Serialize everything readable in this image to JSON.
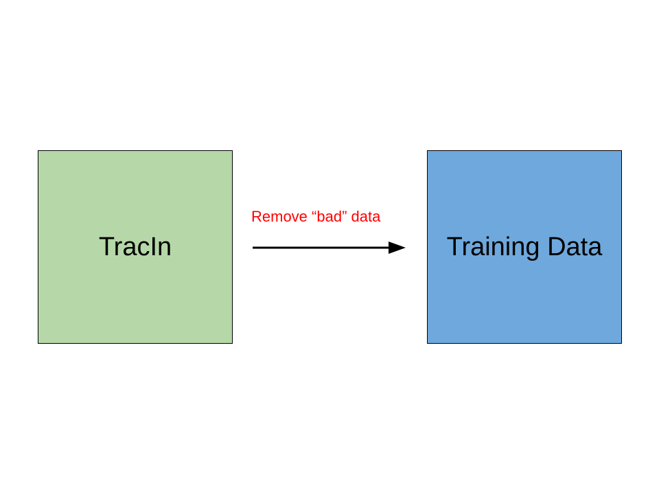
{
  "nodes": [
    {
      "label": "TracIn",
      "fill": "#b6d7a8"
    },
    {
      "label": "Training Data",
      "fill": "#6fa8dc"
    }
  ],
  "edge": {
    "label": "Remove “bad” data",
    "label_color": "#ff0000",
    "line_color": "#000000"
  }
}
